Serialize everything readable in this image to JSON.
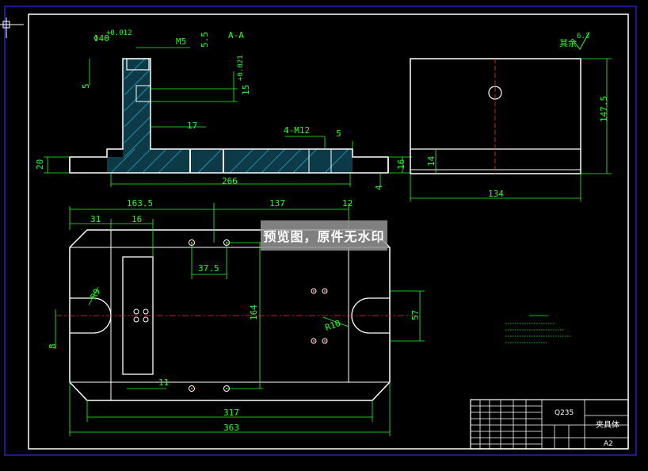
{
  "watermark": "预览图，原件无水印",
  "title_block": {
    "material": "Q235",
    "part_name": "夹具体",
    "sheet_size": "A2"
  },
  "section_label": "A-A",
  "roughness": {
    "label": "其余",
    "value": "6.3"
  },
  "front_view": {
    "dims": {
      "hole_dia": "Φ40",
      "tol": "+0.012",
      "m5": "M5",
      "d55": "5.5",
      "d5_left": "5",
      "d15": "15",
      "tol15": "+0.021",
      "d17": "17",
      "m12": "4-M12",
      "d5_right": "5",
      "d20": "20",
      "d266": "266",
      "d16": "16",
      "d4": "4"
    }
  },
  "side_view": {
    "dims": {
      "d134": "134",
      "d147_5": "147.5",
      "d14": "14"
    }
  },
  "plan_view": {
    "dims": {
      "d163_5": "163.5",
      "d137": "137",
      "d12": "12",
      "d31": "31",
      "d16": "16",
      "d37_5": "37.5",
      "d164": "164",
      "r9": "R9",
      "r10": "R10",
      "d57": "57",
      "d8": "8",
      "d11": "11",
      "d317": "317",
      "d363": "363"
    }
  },
  "colors": {
    "outline": "#ffffff",
    "dimension": "#22ff22",
    "hatch": "#2aa8c8",
    "center": "#ff3030",
    "frame": "#2222cc"
  }
}
